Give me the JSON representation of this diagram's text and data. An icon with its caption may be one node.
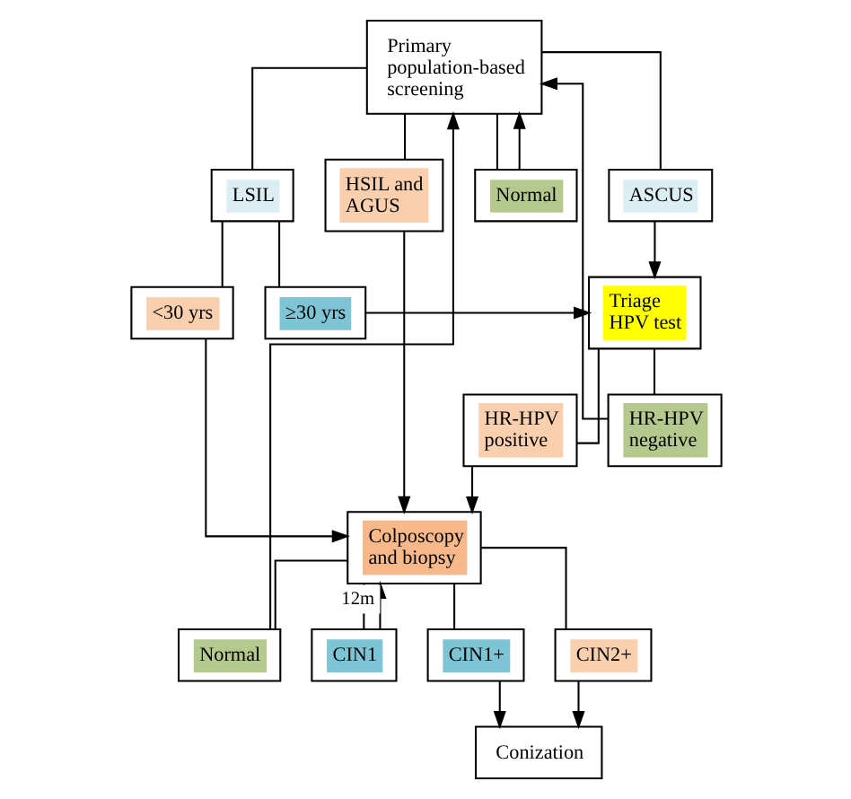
{
  "diagram": {
    "nodes": [
      {
        "text": [
          "Primary population-based screening"
        ]
      },
      {
        "text": [
          "Normal"
        ]
      },
      {
        "text": [
          "ASCUS"
        ]
      },
      {
        "text": [
          "LSIL"
        ]
      },
      {
        "text": [
          "HSIL and AGUS"
        ]
      },
      {
        "text": [
          "Triage HPV test"
        ]
      },
      {
        "text": [
          "≥30 yrs"
        ]
      },
      {
        "text": [
          "<30 yrs"
        ]
      },
      {
        "text": [
          "HR-HPV negative"
        ]
      },
      {
        "text": [
          "HR-HPV positive"
        ]
      },
      {
        "text": [
          "Colposcopy and biopsy"
        ]
      },
      {
        "text": [
          "Normal"
        ]
      },
      {
        "text": [
          "CIN1"
        ]
      },
      {
        "text": [
          "CIN1+"
        ]
      },
      {
        "text": [
          "CIN2+"
        ]
      },
      {
        "text": [
          "Conization"
        ]
      }
    ],
    "edges": [
      {
        "from": 0,
        "to": 1,
        "arrow": "none"
      },
      {
        "from": 0,
        "to": 2,
        "arrow": "none"
      },
      {
        "from": 0,
        "to": 3,
        "arrow": "none"
      },
      {
        "from": 0,
        "to": 4,
        "arrow": "none"
      },
      {
        "from": 1,
        "to": 0,
        "arrow": "to"
      },
      {
        "from": 2,
        "to": 5,
        "arrow": "to"
      },
      {
        "from": 3,
        "to": 6,
        "arrow": "none"
      },
      {
        "from": 3,
        "to": 7,
        "arrow": "none"
      },
      {
        "from": 6,
        "to": 5,
        "arrow": "to"
      },
      {
        "from": 7,
        "to": 10,
        "arrow": "to"
      },
      {
        "from": 4,
        "to": 10,
        "arrow": "to"
      },
      {
        "from": 5,
        "to": 8,
        "arrow": "none"
      },
      {
        "from": 5,
        "to": 9,
        "arrow": "none"
      },
      {
        "from": 8,
        "to": 0,
        "arrow": "to"
      },
      {
        "from": 9,
        "to": 10,
        "arrow": "to"
      },
      {
        "from": 10,
        "to": 11,
        "arrow": "none"
      },
      {
        "from": 10,
        "to": 12,
        "arrow": "none"
      },
      {
        "from": 10,
        "to": 13,
        "arrow": "none"
      },
      {
        "from": 10,
        "to": 14,
        "arrow": "none"
      },
      {
        "from": 11,
        "to": 0,
        "arrow": "to"
      },
      {
        "from": 12,
        "to": 10,
        "arrow": "to",
        "label": "12m"
      },
      {
        "from": 13,
        "to": 15,
        "arrow": "to"
      },
      {
        "from": 14,
        "to": 15,
        "arrow": "to"
      }
    ]
  }
}
